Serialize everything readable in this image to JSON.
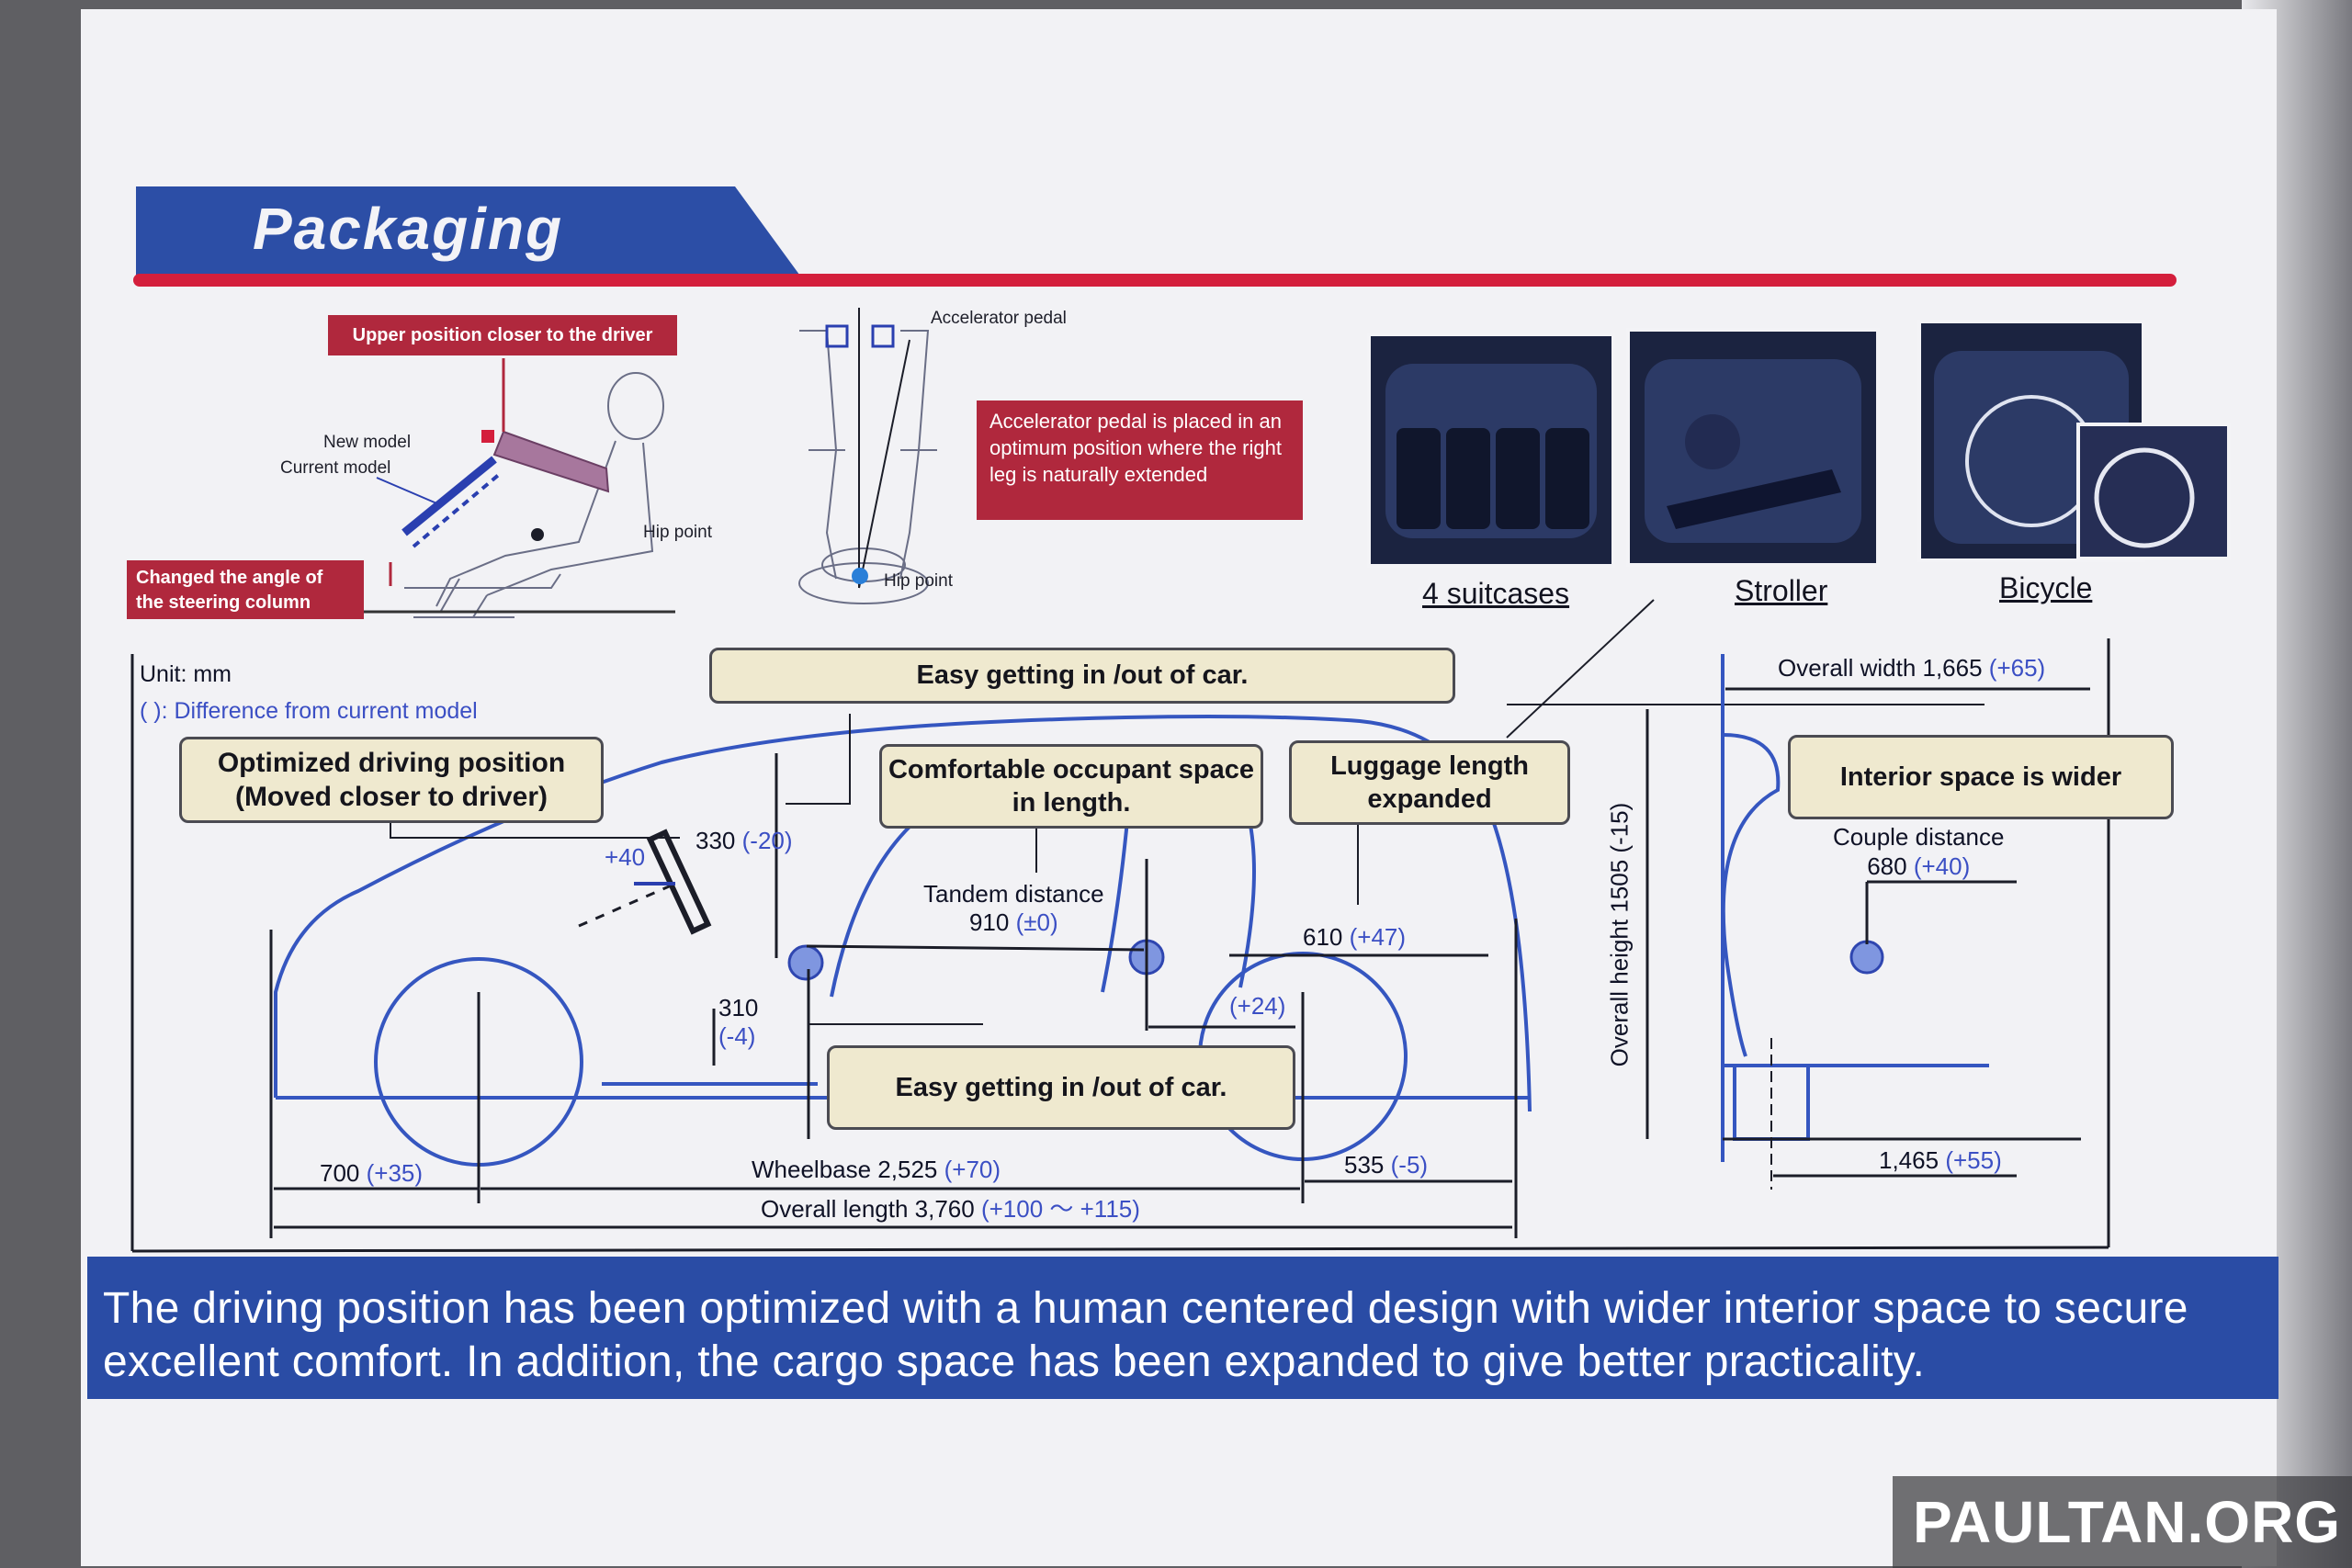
{
  "title": "Packaging",
  "seat_diagram": {
    "upper_position": "Upper position closer to the driver",
    "new_model": "New model",
    "current_model": "Current model",
    "hip_point": "Hip point",
    "changed_angle": "Changed the angle of the steering column"
  },
  "pedal_diagram": {
    "accelerator_pedal": "Accelerator pedal",
    "pedal_note": "Accelerator pedal is placed in an optimum position where the right leg is naturally extended",
    "hip_point": "Hip point"
  },
  "cargo": {
    "items": [
      "4 suitcases",
      "Stroller",
      "Bicycle"
    ]
  },
  "car_diagram": {
    "unit": "Unit: mm",
    "difference_note": "( ): Difference from current model",
    "easy_getting_top": "Easy getting in /out of car.",
    "easy_getting_bottom": "Easy getting in /out of car.",
    "optimized_driving": "Optimized driving position (Moved closer to driver)",
    "comfortable_space": "Comfortable occupant space in length.",
    "luggage_length": "Luggage length expanded",
    "interior_wider": "Interior space is wider",
    "steering_plus": "+40",
    "steering_330": "330",
    "steering_330_diff": "(-20)",
    "tandem_label": "Tandem distance",
    "tandem_value": "910",
    "tandem_diff": "(±0)",
    "luggage_610": "610",
    "luggage_610_diff": "(+47)",
    "rear_24": "(+24)",
    "step_310": "310",
    "step_310_diff": "(-4)",
    "front_overhang": "700",
    "front_overhang_diff": "(+35)",
    "wheelbase": "Wheelbase 2,525",
    "wheelbase_diff": "(+70)",
    "rear_overhang": "535",
    "rear_overhang_diff": "(-5)",
    "overall_length": "Overall length 3,760",
    "overall_length_diff": "(+100 ～ +115)",
    "overall_height": "Overall height 1505 (-15)",
    "overall_width": "Overall width 1,665",
    "overall_width_diff": "(+65)",
    "couple_distance": "Couple distance",
    "couple_value": "680",
    "couple_diff": "(+40)",
    "tread": "1,465",
    "tread_diff": "(+55)"
  },
  "summary": "The driving position has been optimized with a human centered design with wider interior space to secure excellent comfort. In addition, the cargo space has been expanded to give better practicality.",
  "watermark": "PAULTAN.ORG",
  "colors": {
    "banner_blue": "#2c4ea6",
    "accent_red": "#d41f3c",
    "callout_red": "#b0283d",
    "line_blue": "#3556c0",
    "label_beige": "#efe9cf"
  }
}
